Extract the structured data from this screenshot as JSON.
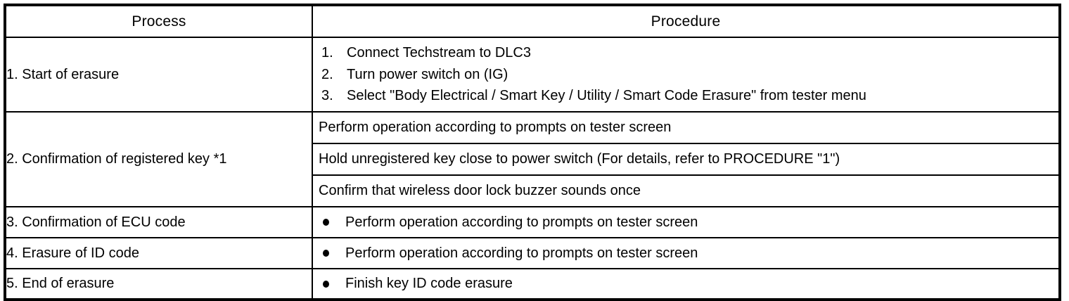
{
  "table": {
    "headers": {
      "process": "Process",
      "procedure": "Procedure"
    },
    "rows": [
      {
        "process": "1. Start of erasure",
        "procedure_type": "numbered",
        "items": [
          {
            "num": "1.",
            "text": "Connect Techstream to DLC3"
          },
          {
            "num": "2.",
            "text": "Turn power switch on (IG)"
          },
          {
            "num": "3.",
            "text": "Select \"Body Electrical / Smart Key / Utility / Smart Code Erasure\" from tester menu"
          }
        ]
      },
      {
        "process": "2. Confirmation of registered key *1",
        "procedure_type": "subrows",
        "items": [
          {
            "text": "Perform operation according to prompts on tester screen"
          },
          {
            "text": "Hold unregistered key close to power switch (For details, refer to PROCEDURE \"1\")"
          },
          {
            "text": "Confirm that wireless door lock buzzer sounds once"
          }
        ]
      },
      {
        "process": "3. Confirmation of ECU code",
        "procedure_type": "bullet",
        "items": [
          {
            "text": "Perform operation according to prompts on tester screen"
          }
        ]
      },
      {
        "process": "4. Erasure of ID code",
        "procedure_type": "bullet",
        "items": [
          {
            "text": "Perform operation according to prompts on tester screen"
          }
        ]
      },
      {
        "process": "5. End of erasure",
        "procedure_type": "bullet",
        "items": [
          {
            "text": "Finish key ID code erasure"
          }
        ]
      }
    ]
  },
  "colors": {
    "border": "#000000",
    "text": "#000000",
    "background": "#ffffff"
  }
}
